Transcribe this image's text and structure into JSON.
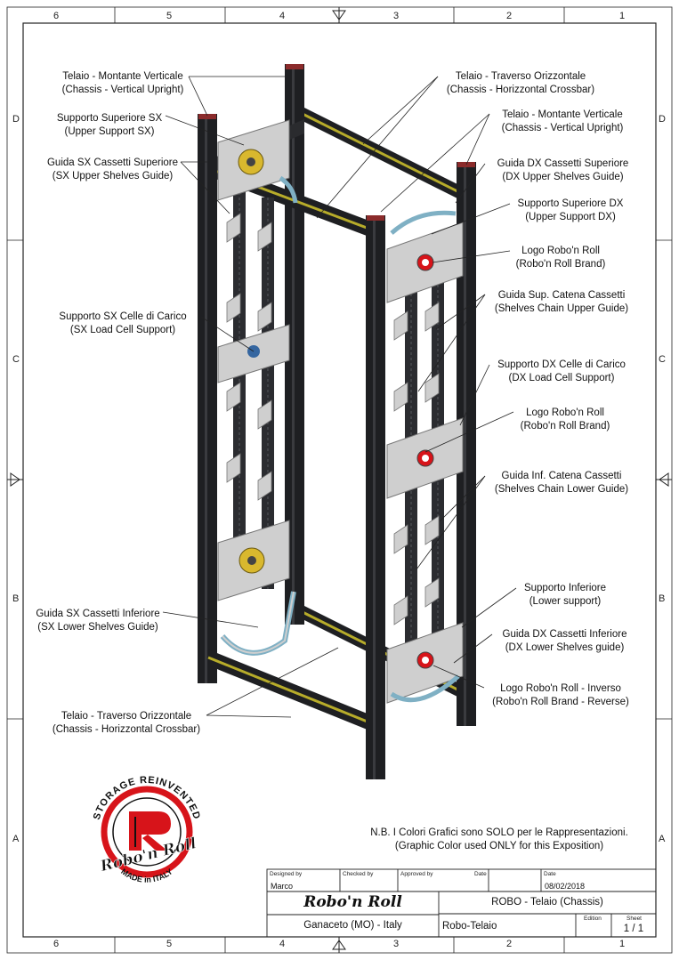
{
  "zones": {
    "top": [
      "6",
      "5",
      "4",
      "3",
      "2",
      "1"
    ],
    "bottom": [
      "6",
      "5",
      "4",
      "3",
      "2",
      "1"
    ],
    "left": [
      "D",
      "C",
      "B",
      "A"
    ],
    "right": [
      "D",
      "C",
      "B",
      "A"
    ]
  },
  "labels": {
    "chassis_vertical_left": {
      "it": "Telaio - Montante Verticale",
      "en": "(Chassis - Vertical Upright)"
    },
    "chassis_crossbar_top": {
      "it": "Telaio - Traverso Orizzontale",
      "en": "(Chassis - Horizzontal Crossbar)"
    },
    "upper_support_sx": {
      "it": "Supporto Superiore SX",
      "en": "(Upper Support SX)"
    },
    "chassis_vertical_right": {
      "it": "Telaio - Montante Verticale",
      "en": "(Chassis - Vertical Upright)"
    },
    "sx_upper_guide": {
      "it": "Guida SX Cassetti Superiore",
      "en": "(SX Upper Shelves Guide)"
    },
    "dx_upper_guide": {
      "it": "Guida DX Cassetti Superiore",
      "en": "(DX Upper Shelves Guide)"
    },
    "upper_support_dx": {
      "it": "Supporto Superiore DX",
      "en": "(Upper Support DX)"
    },
    "logo_1": {
      "it": "Logo Robo'n Roll",
      "en": "(Robo'n Roll Brand)"
    },
    "chain_upper_guide": {
      "it": "Guida Sup. Catena Cassetti",
      "en": "(Shelves Chain Upper Guide)"
    },
    "sx_load_cell": {
      "it": "Supporto SX Celle di Carico",
      "en": "(SX Load Cell Support)"
    },
    "dx_load_cell": {
      "it": "Supporto DX Celle di Carico",
      "en": "(DX Load Cell Support)"
    },
    "logo_2": {
      "it": "Logo Robo'n Roll",
      "en": "(Robo'n Roll Brand)"
    },
    "chain_lower_guide": {
      "it": "Guida Inf. Catena Cassetti",
      "en": "(Shelves Chain Lower Guide)"
    },
    "lower_support": {
      "it": "Supporto Inferiore",
      "en": "(Lower support)"
    },
    "sx_lower_guide": {
      "it": "Guida SX Cassetti Inferiore",
      "en": "(SX Lower Shelves Guide)"
    },
    "dx_lower_guide": {
      "it": "Guida DX Cassetti Inferiore",
      "en": "(DX Lower Shelves guide)"
    },
    "logo_reverse": {
      "it": "Logo Robo'n Roll - Inverso",
      "en": "(Robo'n Roll Brand - Reverse)"
    },
    "chassis_crossbar_bottom": {
      "it": "Telaio - Traverso Orizzontale",
      "en": "(Chassis - Horizzontal Crossbar)"
    }
  },
  "note": {
    "line1": "N.B. I Colori Grafici sono SOLO per le Rappresentazioni.",
    "line2": "(Graphic Color used ONLY for this Exposition)"
  },
  "logo": {
    "arc_top": "STORAGE REINVENTED",
    "brand": "Robo'n Roll",
    "arc_bottom": "MADE in ITALY",
    "brand_red": "#d7141a"
  },
  "title_block": {
    "designed_by_label": "Designed by",
    "designed_by": "Marco",
    "checked_by_label": "Checked by",
    "approved_by_label": "Approved by",
    "date_label_1": "Date",
    "date_label_2": "Date",
    "date": "08/02/2018",
    "company": "Robo'n Roll",
    "location": "Ganaceto (MO) - Italy",
    "title": "ROBO - Telaio (Chassis)",
    "part": "Robo-Telaio",
    "edition_label": "Edition",
    "sheet_label": "Sheet",
    "sheet": "1 / 1"
  },
  "colors": {
    "frame_black": "#1e1f22",
    "rail_yellow": "#b7ac2a",
    "support_gray": "#cfcfcf",
    "gear_yellow": "#d9b82e",
    "guide_blue": "#7fb0c4"
  }
}
